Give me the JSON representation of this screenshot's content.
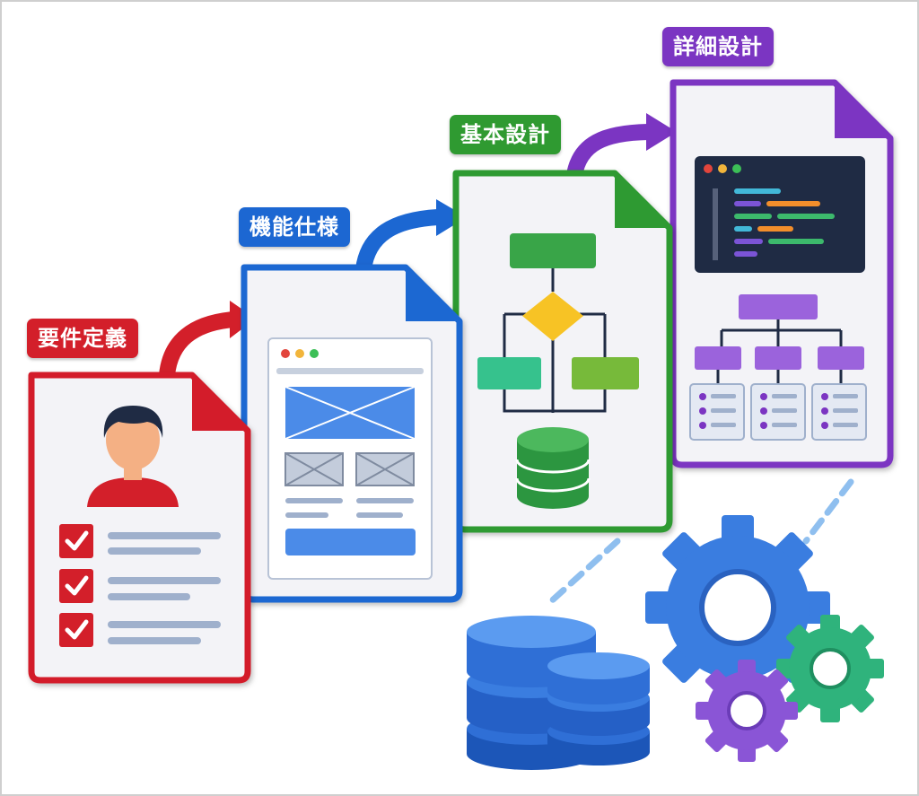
{
  "stages": [
    {
      "id": "requirements",
      "label": "要件定義",
      "color": "#d31f2a"
    },
    {
      "id": "functional-spec",
      "label": "機能仕様",
      "color": "#1c67d2"
    },
    {
      "id": "basic-design",
      "label": "基本設計",
      "color": "#2f9a31"
    },
    {
      "id": "detailed-design",
      "label": "詳細設計",
      "color": "#7b35c2"
    }
  ],
  "icons": [
    "user-avatar-icon",
    "checkbox-check-icon",
    "browser-window-icon",
    "wireframe-image-icon",
    "flowchart-icon",
    "database-icon",
    "code-editor-icon",
    "tree-hierarchy-icon",
    "gear-icon"
  ],
  "colors": {
    "red": "#d31f2a",
    "blue": "#1c67d2",
    "green": "#2f9a31",
    "purple": "#7b35c2",
    "gear_blue": "#3a7de0",
    "gear_green": "#2fb37c",
    "gear_purple": "#8a55d6",
    "dashed_line": "#8fbfef"
  }
}
